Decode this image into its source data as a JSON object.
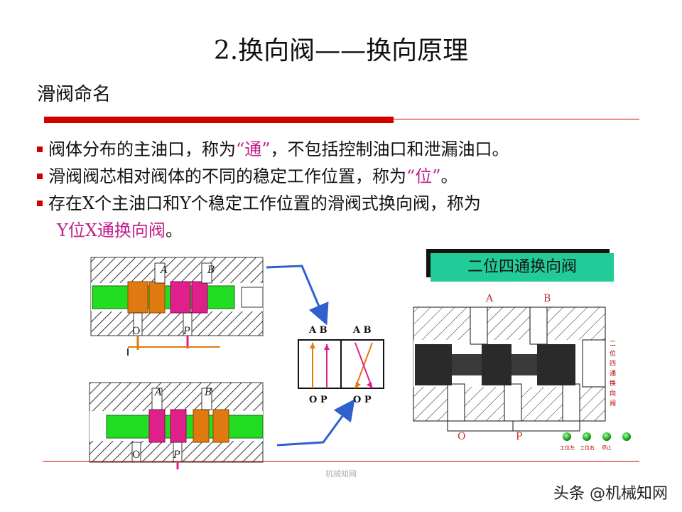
{
  "title": "2.换向阀——换向原理",
  "subtitle": "滑阀命名",
  "bullets": {
    "b1_pre": "阀体分布的主油口，称为",
    "b1_hl": "“通”",
    "b1_post": "，不包括控制油口和泄漏油口。",
    "b2_pre": "滑阀阀芯相对阀体的不同的稳定工作位置，称为",
    "b2_hl": "“位”",
    "b2_post": "。",
    "b3_pre": "存在X个主油口和Y个稳定工作位置的滑阀式换向阀，称为",
    "b3_hl": "Y位X通换向阀",
    "b3_post": "。"
  },
  "left_figure": {
    "top_labels": {
      "a": "A",
      "b": "B",
      "o": "O",
      "p": "P"
    },
    "bottom_labels": {
      "a": "A",
      "b": "B",
      "o": "O",
      "p": "P"
    }
  },
  "symbol": {
    "left_top": "A B",
    "right_top": "A B",
    "left_bottom": "O P",
    "right_bottom": "O P"
  },
  "right_figure": {
    "title": "二位四通换向阀",
    "labels": {
      "a": "A",
      "b": "B",
      "o": "O",
      "p": "P"
    },
    "vertical_text": [
      "二",
      "位",
      "四",
      "通",
      "换",
      "向",
      "阀"
    ],
    "buttons": [
      "工位左",
      "工位右",
      "停止"
    ]
  },
  "watermark_small": "机械知网",
  "watermark_main": "头条 @机械知网",
  "colors": {
    "accent_red": "#d40000",
    "highlight": "#c0228a",
    "spool_green": "#22dd22",
    "port_orange": "#e07a10",
    "port_magenta": "#e0208a",
    "arrow_blue": "#3060d0",
    "title_box": "#22cc99"
  }
}
